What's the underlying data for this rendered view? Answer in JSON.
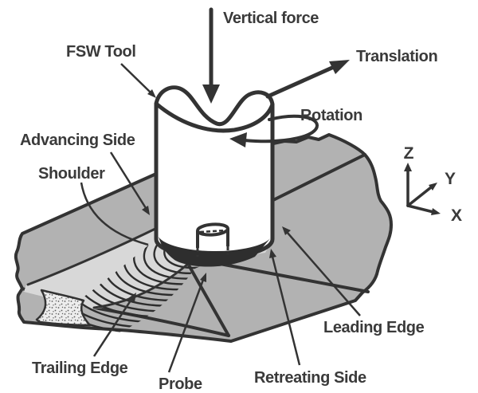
{
  "figure": {
    "description": "Schematic diagram of friction stir welding",
    "labels": {
      "vertical_force": "Vertical force",
      "fsw_tool": "FSW Tool",
      "translation": "Translation",
      "rotation": "Rotation",
      "advancing_side": "Advancing Side",
      "shoulder": "Shoulder",
      "leading_edge": "Leading Edge",
      "trailing_edge": "Trailing Edge",
      "probe": "Probe",
      "retreating_side": "Retreating Side"
    },
    "axes": {
      "z": "Z",
      "y": "Y",
      "x": "X"
    },
    "colors": {
      "background": "#ffffff",
      "workpiece": "#b2b2b2",
      "weld_track_background": "#d8d8d8",
      "nugget_background": "#ededed",
      "outline": "#333333",
      "dark_shadow": "#2e2e2e",
      "label_text": "#3a3a3a"
    }
  }
}
